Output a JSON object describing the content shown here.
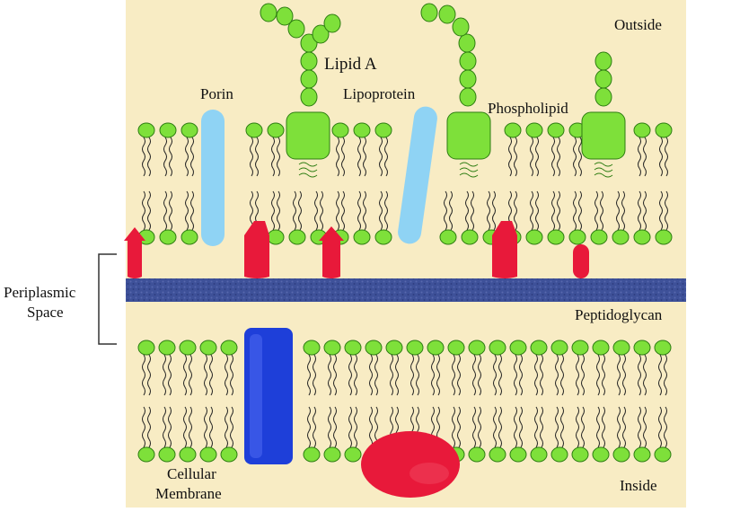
{
  "labels": {
    "outside": "Outside",
    "inside": "Inside",
    "lipid_a": "Lipid A",
    "porin": "Porin",
    "lipoprotein": "Lipoprotein",
    "phospholipid": "Phospholipid",
    "peptidoglycan": "Peptidoglycan",
    "periplasmic_line1": "Periplasmic",
    "periplasmic_line2": "Space",
    "cellular_line1": "Cellular",
    "cellular_line2": "Membrane"
  },
  "colors": {
    "background": "#f8ecc4",
    "lipid_head": "#7ee03a",
    "lipid_head_stroke": "#2e7d12",
    "porin": "#8fd3f4",
    "peptidoglycan": "#3c4f9a",
    "membrane_protein": "#1e3fd9",
    "red_protein": "#e8193a",
    "bracket": "#333333"
  }
}
